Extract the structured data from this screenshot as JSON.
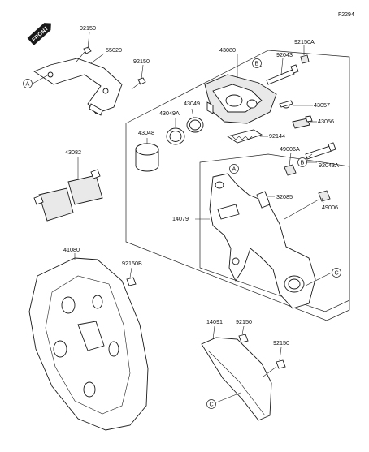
{
  "code": "F2294",
  "front_badge": "FRONT",
  "callout_letters": {
    "a": "A",
    "b": "B",
    "c": "C"
  },
  "labels": {
    "p92150_top": "92150",
    "p55020": "55020",
    "p92150_mid": "92150",
    "p43080": "43080",
    "p92150A": "92150A",
    "p92043": "92043",
    "p43057": "43057",
    "p43049A": "43049A",
    "p43049": "43049",
    "p43056": "43056",
    "p43048": "43048",
    "p92144": "92144",
    "p49006A": "49006A",
    "p92043A": "92043A",
    "p43082": "43082",
    "p32085": "32085",
    "p14079": "14079",
    "p49006": "49006",
    "p41080": "41080",
    "p92150B": "92150B",
    "p14091": "14091",
    "p92150_low": "92150",
    "p92150_right": "92150"
  }
}
